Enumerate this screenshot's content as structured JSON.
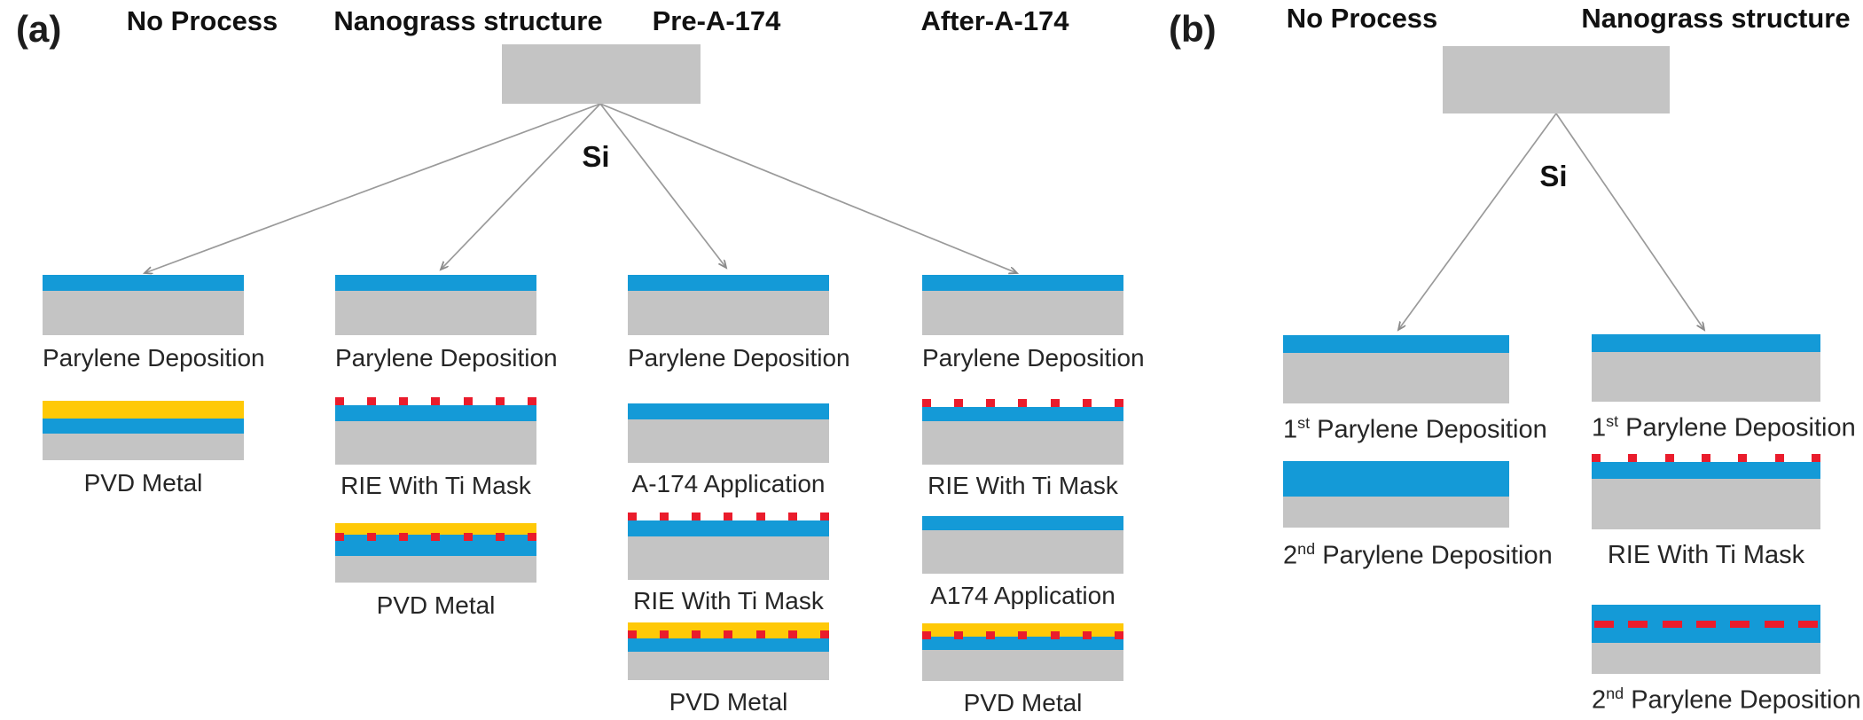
{
  "figure": {
    "colors": {
      "parylene_blue": "#149AD7",
      "silicon_gray": "#C4C4C4",
      "metal_gold": "#FFC907",
      "ti_mask_red": "#EA1C2C",
      "arrow_gray": "#979797"
    },
    "ti_mask_segment_count": 7,
    "panel_a": {
      "label": "(a)",
      "si_label": "Si",
      "headers": [
        "No Process",
        "Nanograss structure",
        "Pre-A-174",
        "After-A-174"
      ],
      "columns": [
        {
          "header": "No Process",
          "steps": [
            {
              "label": "Parylene Deposition",
              "layers": [
                "parylene",
                "silicon"
              ]
            },
            {
              "label": "PVD Metal",
              "layers": [
                "metal",
                "parylene",
                "silicon"
              ]
            }
          ]
        },
        {
          "header": "Nanograss structure",
          "steps": [
            {
              "label": "Parylene Deposition",
              "layers": [
                "parylene",
                "silicon"
              ]
            },
            {
              "label": "RIE With Ti Mask",
              "layers": [
                "ti-mask",
                "parylene",
                "silicon"
              ]
            },
            {
              "label": "PVD Metal",
              "layers": [
                "metal",
                "ti-mask",
                "parylene",
                "silicon"
              ]
            }
          ]
        },
        {
          "header": "Pre-A-174",
          "steps": [
            {
              "label": "Parylene Deposition",
              "layers": [
                "parylene",
                "silicon"
              ]
            },
            {
              "label": "A-174 Application",
              "layers": [
                "parylene",
                "silicon"
              ]
            },
            {
              "label": "RIE With Ti Mask",
              "layers": [
                "ti-mask",
                "parylene",
                "silicon"
              ]
            },
            {
              "label": "PVD Metal",
              "layers": [
                "metal",
                "ti-mask",
                "parylene",
                "silicon"
              ]
            }
          ]
        },
        {
          "header": "After-A-174",
          "steps": [
            {
              "label": "Parylene Deposition",
              "layers": [
                "parylene",
                "silicon"
              ]
            },
            {
              "label": "RIE With Ti Mask",
              "layers": [
                "ti-mask",
                "parylene",
                "silicon"
              ]
            },
            {
              "label": "A174 Application",
              "layers": [
                "parylene",
                "silicon"
              ]
            },
            {
              "label": "PVD Metal",
              "layers": [
                "metal",
                "ti-mask",
                "parylene",
                "silicon"
              ]
            }
          ]
        }
      ]
    },
    "panel_b": {
      "label": "(b)",
      "si_label": "Si",
      "headers": [
        "No Process",
        "Nanograss structure"
      ],
      "columns": [
        {
          "header": "No Process",
          "steps": [
            {
              "label": "1st Parylene Deposition",
              "num": "1",
              "ordinal": "st",
              "text": " Parylene Deposition",
              "layers": [
                "parylene",
                "silicon"
              ]
            },
            {
              "label": "2nd Parylene Deposition",
              "num": "2",
              "ordinal": "nd",
              "text": " Parylene Deposition",
              "layers": [
                "parylene-thick",
                "silicon"
              ]
            }
          ]
        },
        {
          "header": "Nanograss structure",
          "steps": [
            {
              "label": "1st Parylene Deposition",
              "num": "1",
              "ordinal": "st",
              "text": " Parylene Deposition",
              "layers": [
                "parylene",
                "silicon"
              ]
            },
            {
              "label": "RIE With Ti Mask",
              "layers": [
                "ti-mask",
                "parylene",
                "silicon"
              ]
            },
            {
              "label": "2nd Parylene Deposition",
              "num": "2",
              "ordinal": "nd",
              "text": " Parylene Deposition",
              "layers": [
                "parylene-thick",
                "ti-mask-embedded",
                "silicon"
              ]
            }
          ]
        }
      ]
    }
  }
}
